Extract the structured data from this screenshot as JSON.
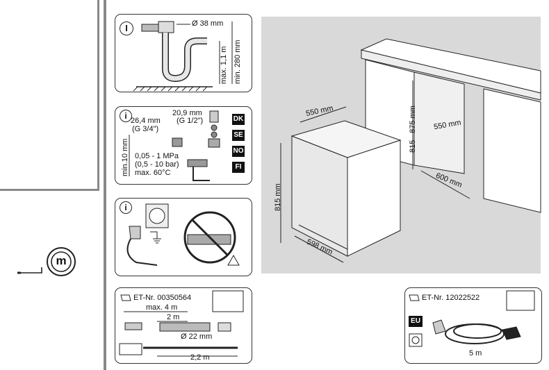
{
  "siphon_panel": {
    "icon": "I",
    "diameter": "Ø 38 mm",
    "max_height": "max. 1,1 m",
    "min_height": "min. 280 mm"
  },
  "water_panel": {
    "info_icon": "i",
    "thread_small": "20,9 mm",
    "thread_small_inch": "(G 1/2\")",
    "thread_large": "26,4 mm",
    "thread_large_inch": "(G 3/4\")",
    "min_height": "min.10 mm",
    "pressure_mpa": "0,05 - 1 MPa",
    "pressure_bar": "(0,5 - 10 bar)",
    "max_temp": "max. 60°C",
    "countries": [
      "DK",
      "SE",
      "NO",
      "FI"
    ]
  },
  "power_panel": {
    "info_icon": "i"
  },
  "measure_icon": {
    "letter": "m"
  },
  "install_diagram": {
    "depth_top": "550 mm",
    "depth_niche": "550 mm",
    "niche_height": "815 - 875 mm",
    "niche_width": "600 mm",
    "appliance_height": "815 mm",
    "appliance_width": "598 mm"
  },
  "hose_panel": {
    "part_number": "ET-Nr. 00350564",
    "max_length": "max. 4 m",
    "length": "2 m",
    "diameter": "Ø 22 mm",
    "hose_length": "2,2 m"
  },
  "cable_panel": {
    "part_number": "ET-Nr. 12022522",
    "region": "EU",
    "length": "5 m"
  }
}
